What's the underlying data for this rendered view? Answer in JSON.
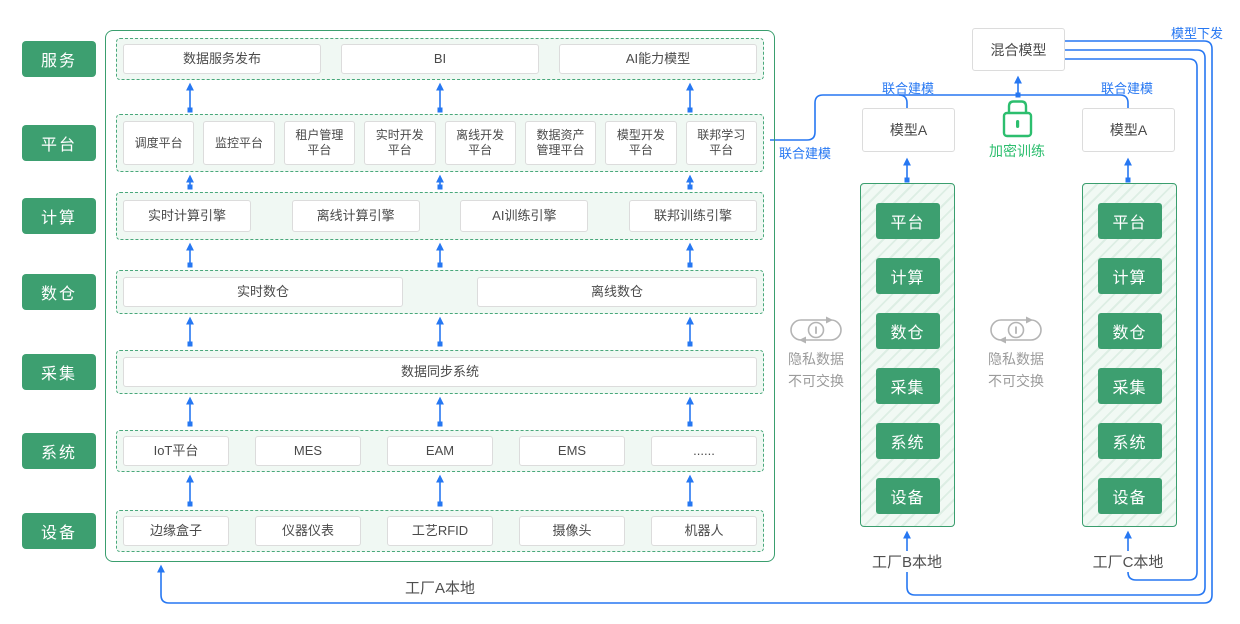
{
  "colors": {
    "accent_blue": "#2677f2",
    "green": "#3d9f70",
    "green_border": "#3a9e6e",
    "lock_green": "#2cbe6e",
    "gray": "#9b9b9b"
  },
  "layers": [
    {
      "label": "服务",
      "boxes": [
        "数据服务发布",
        "BI",
        "AI能力模型"
      ]
    },
    {
      "label": "平台",
      "boxes": [
        "调度平台",
        "监控平台",
        "租户管理\n平台",
        "实时开发\n平台",
        "离线开发\n平台",
        "数据资产\n管理平台",
        "模型开发\n平台",
        "联邦学习\n平台"
      ]
    },
    {
      "label": "计算",
      "boxes": [
        "实时计算引擎",
        "离线计算引擎",
        "AI训练引擎",
        "联邦训练引擎"
      ]
    },
    {
      "label": "数仓",
      "boxes": [
        "实时数仓",
        "离线数仓"
      ]
    },
    {
      "label": "采集",
      "boxes": [
        "数据同步系统"
      ]
    },
    {
      "label": "系统",
      "boxes": [
        "IoT平台",
        "MES",
        "EAM",
        "EMS",
        "......"
      ]
    },
    {
      "label": "设备",
      "boxes": [
        "边缘盒子",
        "仪器仪表",
        "工艺RFID",
        "摄像头",
        "机器人"
      ]
    }
  ],
  "right_panel": {
    "hybrid_model": "混合模型",
    "model_a": "模型A",
    "tower_layers": [
      "平台",
      "计算",
      "数仓",
      "采集",
      "系统",
      "设备"
    ]
  },
  "annotations": {
    "joint_modeling": "联合建模",
    "model_distribution": "模型下发",
    "encrypted_training": "加密训练",
    "privacy_line1": "隐私数据",
    "privacy_line2": "不可交换"
  },
  "factories": {
    "a": "工厂A本地",
    "b": "工厂B本地",
    "c": "工厂C本地"
  }
}
